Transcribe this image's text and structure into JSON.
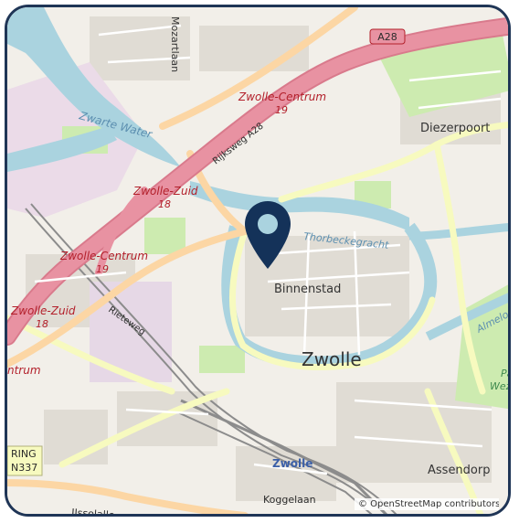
{
  "map": {
    "labels": {
      "mozartlaan": "Mozartlaan",
      "a28": "A28",
      "zwolle_centrum_top": "Zwolle-Centrum",
      "exit19_top": "19",
      "zwarte_water": "Zwarte Water",
      "rijksweg": "Rijksweg A28",
      "diezerpoort": "Diezerpoort",
      "zwolle_zuid_mid": "Zwolle-Zuid",
      "exit18_mid": "18",
      "zwolle_centrum_left": "Zwolle-Centrum",
      "exit19_left": "19",
      "thorbeckegracht": "Thorbeckegracht",
      "binnenstad": "Binnenstad",
      "zwolle_zuid_left": "Zwolle-Zuid",
      "exit18_left": "18",
      "rieteweg": "Rieteweg",
      "almelo": "Almelo",
      "zwolle": "Zwolle",
      "centrum_partial": "ntrum",
      "park": "Par",
      "wezen": "Wezen",
      "ring": "RING",
      "n337": "N337",
      "zwolle_station": "Zwolle",
      "assendorp": "Assendorp",
      "koggelaan": "Koggelaan",
      "ijsselallee": "IJsselalle"
    },
    "attribution": "© OpenStreetMap contributors",
    "pin_icon": "map-pin-icon",
    "colors": {
      "background": "#f2efe9",
      "water": "#aad3df",
      "motorway": "#e892a2",
      "primary_road": "#fcd6a4",
      "secondary_road": "#f7fabf",
      "green": "#cdebb0",
      "pin": "#143259",
      "frame": "#1f3556"
    }
  }
}
